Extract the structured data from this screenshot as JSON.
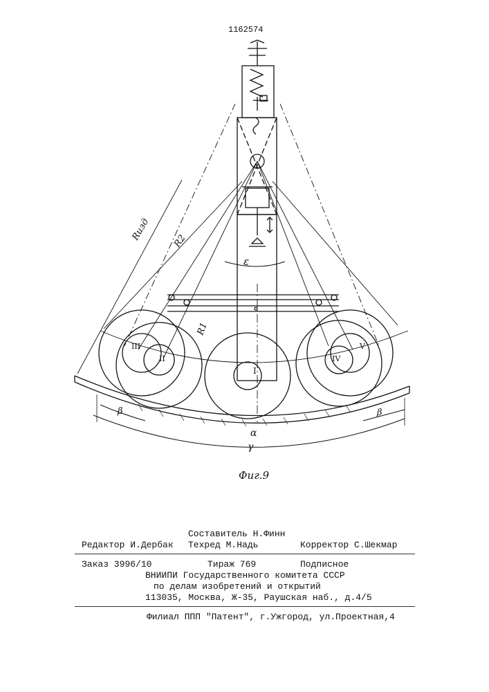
{
  "patent_number": "1162574",
  "figure_caption": "Фиг.9",
  "drawing_labels": {
    "r_izd": "Rизд",
    "r2": "R2",
    "r1": "R1",
    "epsilon": "ε",
    "alpha": "α",
    "beta_left": "β",
    "beta_right": "β",
    "gamma": "γ",
    "roll_1": "I",
    "roll_2": "II",
    "roll_3": "III",
    "roll_4": "IV",
    "roll_5": "V"
  },
  "footer": {
    "editor": "Редактор И.Дербак",
    "compiler": "Составитель Н.Финн",
    "tech_editor": "Техред М.Надь",
    "proofreader": "Корректор С.Шекмар",
    "order": "Заказ 3996/10",
    "circulation": "Тираж 769",
    "subscription": "Подписное",
    "org_line1": "ВНИИПИ Государственного комитета СССР",
    "org_line2": "по делам изобретений и открытий",
    "address": "113035, Москва, Ж-35, Раушская наб., д.4/5",
    "branch": "Филиал ППП \"Патент\", г.Ужгород, ул.Проектная,4"
  }
}
